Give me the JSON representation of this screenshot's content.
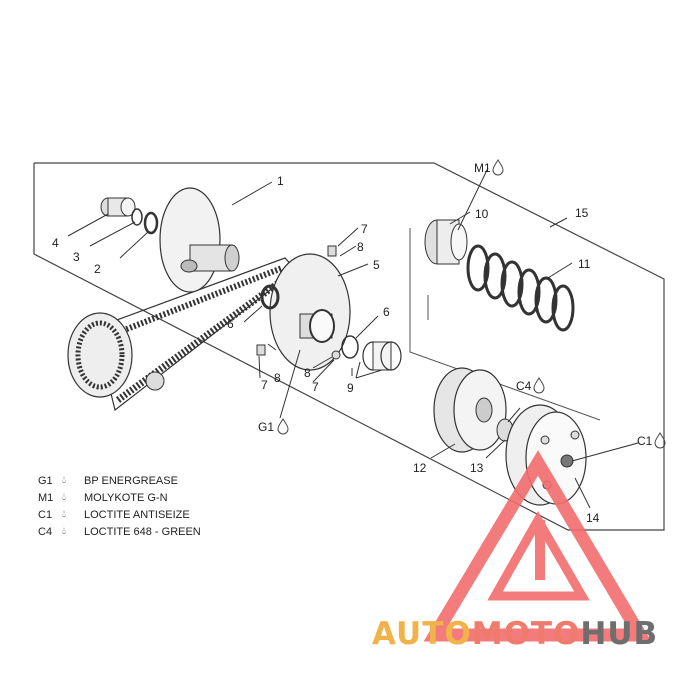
{
  "callouts": {
    "n1": "1",
    "n2": "2",
    "n3": "3",
    "n4": "4",
    "n5": "5",
    "n6a": "6",
    "n6b": "6",
    "n7a": "7",
    "n7b": "7",
    "n7c": "7",
    "n8a": "8",
    "n8b": "8",
    "n8c": "8",
    "n9": "9",
    "n10": "10",
    "n11": "11",
    "n12": "12",
    "n13": "13",
    "n14": "14",
    "n15": "15",
    "g1": "G1",
    "m1": "M1",
    "c4": "C4",
    "c1": "C1"
  },
  "legend": [
    {
      "code": "G1",
      "text": "BP ENERGREASE"
    },
    {
      "code": "M1",
      "text": "MOLYKOTE G-N"
    },
    {
      "code": "C1",
      "text": "LOCTITE ANTISEIZE"
    },
    {
      "code": "C4",
      "text": "LOCTITE 648 - GREEN"
    }
  ],
  "watermark": {
    "part1": "AUTO",
    "part2": "MOTO",
    "part3": "HUB"
  },
  "colors": {
    "line": "#333333",
    "triangle": "#f26d6d",
    "brand_auto": "#f2b24a",
    "brand_moto": "#ef7b6c",
    "brand_hub": "#6e6e6e"
  },
  "icons": [
    "drop-icon"
  ]
}
